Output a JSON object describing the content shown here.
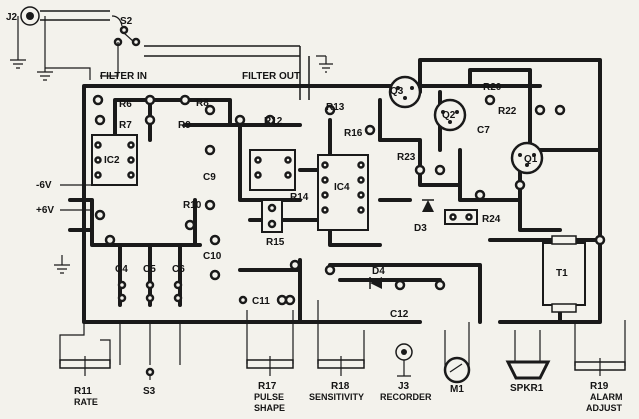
{
  "labels": {
    "j2": "J2",
    "s2": "S2",
    "filter_in": "FILTER IN",
    "filter_out": "FILTER OUT",
    "r6": "R6",
    "r7": "R7",
    "r8": "R8",
    "r9": "R9",
    "r12": "R12",
    "r13": "R13",
    "r16": "R16",
    "r20": "R20",
    "r22": "R22",
    "r23": "R23",
    "r24": "R24",
    "r14": "R14",
    "r15": "R15",
    "r10": "R10",
    "q1": "Q1",
    "q2": "Q2",
    "q3": "Q3",
    "c7": "C7",
    "c9": "C9",
    "c10": "C10",
    "c11": "C11",
    "c12": "C12",
    "c4": "C4",
    "c5": "C5",
    "c6": "C6",
    "ic2": "IC2",
    "ic4": "IC4",
    "neg6v": "-6V",
    "pos6v": "+6V",
    "d3": "D3",
    "d4": "D4",
    "t1": "T1",
    "s3": "S3",
    "r11": "R11",
    "rate": "RATE",
    "r17": "R17",
    "pulse": "PULSE",
    "shape": "SHAPE",
    "r18": "R18",
    "sensitivity": "SENSITIVITY",
    "j3": "J3",
    "recorder": "RECORDER",
    "m1": "M1",
    "spkr1": "SPKR1",
    "r19": "R19",
    "alarm": "ALARM",
    "adjust": "ADJUST"
  }
}
